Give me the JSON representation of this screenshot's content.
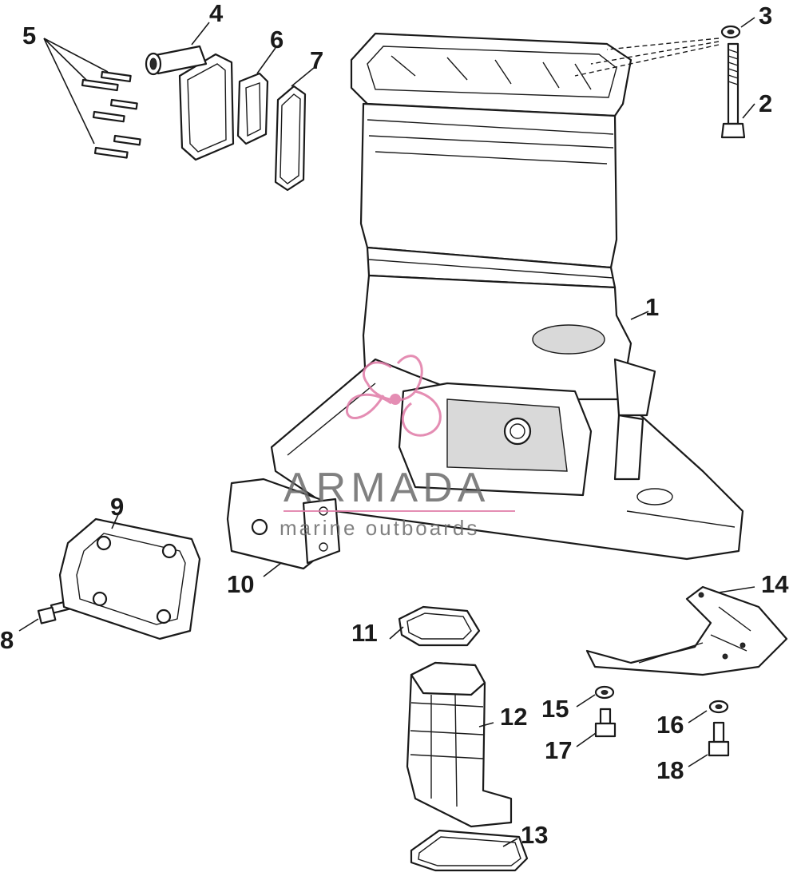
{
  "callouts": {
    "c1": "1",
    "c2": "2",
    "c3": "3",
    "c4": "4",
    "c5": "5",
    "c6": "6",
    "c7": "7",
    "c8": "8",
    "c9": "9",
    "c10": "10",
    "c11": "11",
    "c12": "12",
    "c13": "13",
    "c14": "14",
    "c15": "15",
    "c16": "16",
    "c17": "17",
    "c18": "18"
  },
  "watermark": {
    "brand": "ARMADA",
    "tagline": "marine outboards",
    "accent_color": "#e07aa6",
    "text_color": "#6b6b6b"
  }
}
